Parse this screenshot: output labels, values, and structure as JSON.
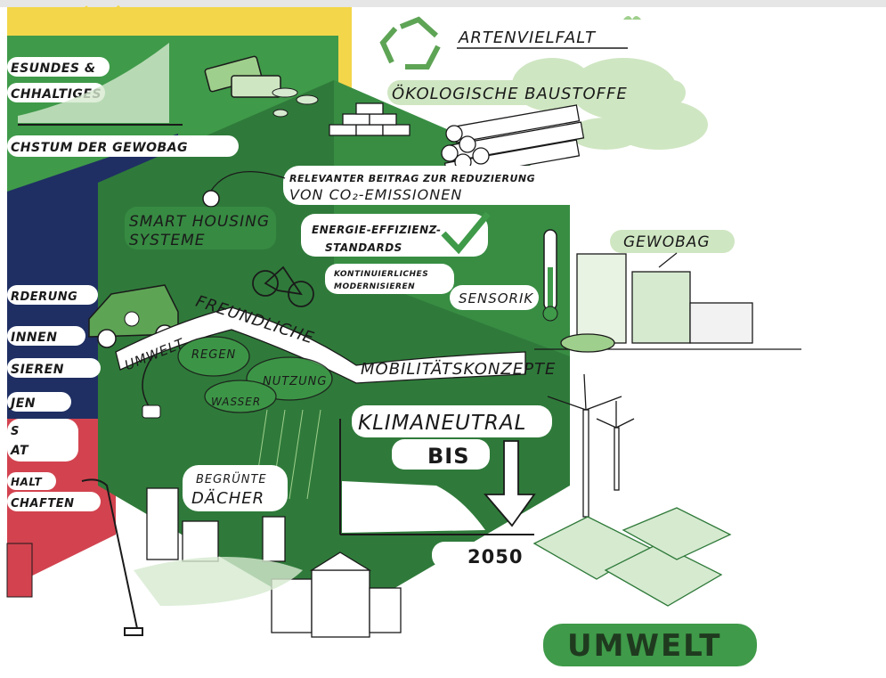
{
  "labels": {
    "wachstum_line1": "ESUNDES &",
    "wachstum_line2": "CHHALTIGES",
    "wachstum_line3": "CHSTUM DER GEWOBAG",
    "artenvielfalt": "ARTENVIELFALT",
    "baustoffe": "ÖKOLOGISCHE BAUSTOFFE",
    "co2_line1": "RELEVANTER BEITRAG ZUR REDUZIERUNG",
    "co2_line2": "VON CO₂-EMISSIONEN",
    "smart_line1": "SMART HOUSING",
    "smart_line2": "SYSTEME",
    "effizienz_line1": "ENERGIE-EFFIZIENZ-",
    "effizienz_line2": "STANDARDS",
    "modern_line1": "KONTINUIERLICHES",
    "modern_line2": "MODERNISIEREN",
    "sensorik": "SENSORIK",
    "gewobag": "GEWOBAG",
    "umweltfreundliche_1": "UMWELT",
    "umweltfreundliche_2": "FREUNDLICHE",
    "mobilitaet": "MOBILITÄTSKONZEPTE",
    "regen": "REGEN",
    "wasser": "WASSER",
    "nutzung": "NUTZUNG",
    "klimaneutral": "KLIMANEUTRAL",
    "bis": "BIS",
    "year": "2050",
    "begruente_1": "BEGRÜNTE",
    "begruente_2": "DÄCHER",
    "left_1": "RDERUNG",
    "left_2": "INNEN",
    "left_3": "SIEREN",
    "left_4": "JEN",
    "left_5": "S",
    "left_6": "AT",
    "left_7": "HALT",
    "left_8": "CHAFTEN",
    "umwelt_title": "UMWELT"
  },
  "colors": {
    "dark_green": "#2f7a3a",
    "mid_green": "#3f9a49",
    "light_green": "#9fcf8c",
    "yellow": "#f3d64a",
    "navy": "#1f2f63",
    "red": "#d2434f",
    "pale_green": "#d6ead0",
    "ink": "#1a1a1a"
  },
  "icons": [
    "recycle-icon",
    "money-icon",
    "lightbulb-icon",
    "checkmark-icon",
    "car-icon",
    "bicycle-icon",
    "thermometer-icon",
    "wind-turbine-icon",
    "solar-panel-icon",
    "cloud-icon",
    "arrow-down-icon",
    "streetlamp-icon",
    "butterfly-icon",
    "plug-icon"
  ]
}
